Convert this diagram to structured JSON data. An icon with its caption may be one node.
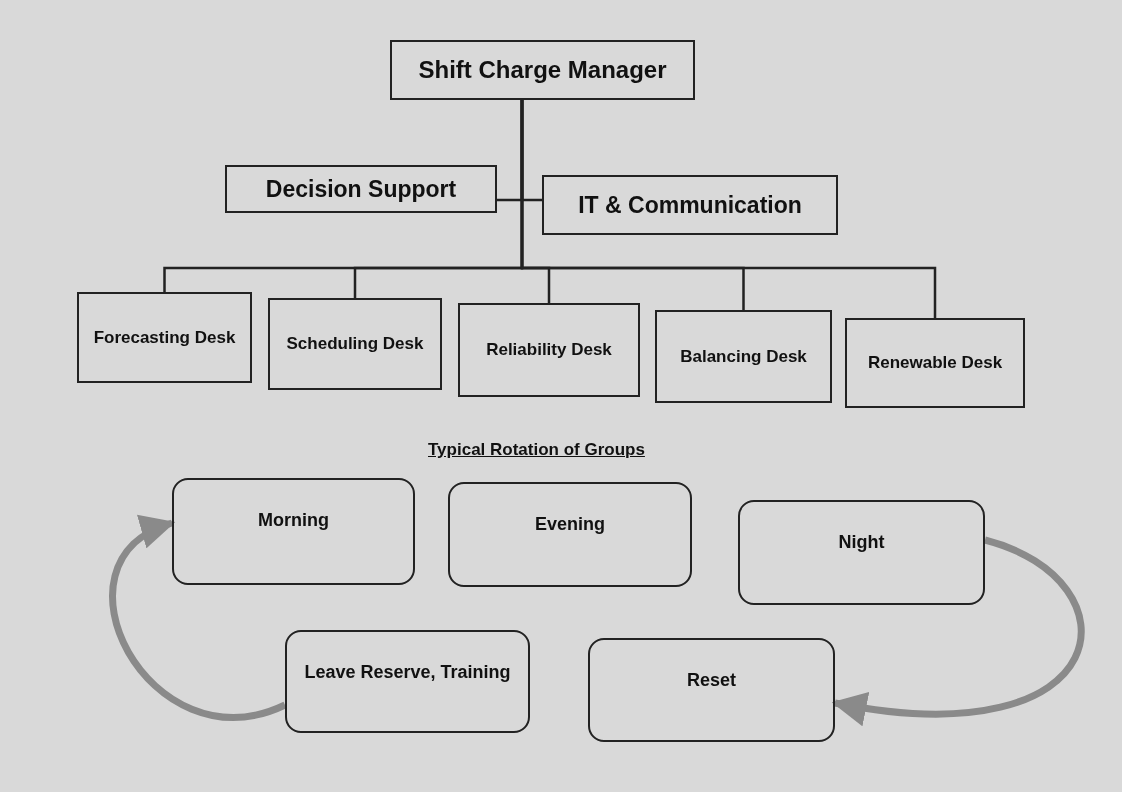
{
  "diagram": {
    "nodes": [
      {
        "text": [
          "Shift Charge Manager"
        ]
      },
      {
        "text": [
          "Decision Support"
        ]
      },
      {
        "text": [
          "IT & Communication"
        ]
      },
      {
        "text": [
          "Forecasting Desk"
        ]
      },
      {
        "text": [
          "Scheduling Desk"
        ]
      },
      {
        "text": [
          "Reliability Desk"
        ]
      },
      {
        "text": [
          "Balancing Desk"
        ]
      },
      {
        "text": [
          "Renewable Desk"
        ]
      },
      {
        "text": [
          "Morning"
        ]
      },
      {
        "text": [
          "Evening"
        ]
      },
      {
        "text": [
          "Night"
        ]
      },
      {
        "text": [
          "Leave Reserve, Training"
        ]
      },
      {
        "text": [
          "Reset"
        ]
      }
    ],
    "edges": [
      {
        "from": 0,
        "to": 1,
        "arrow": "none"
      },
      {
        "from": 0,
        "to": 2,
        "arrow": "none"
      },
      {
        "from": 0,
        "to": 3,
        "arrow": "none"
      },
      {
        "from": 0,
        "to": 4,
        "arrow": "none"
      },
      {
        "from": 0,
        "to": 5,
        "arrow": "none"
      },
      {
        "from": 0,
        "to": 6,
        "arrow": "none"
      },
      {
        "from": 0,
        "to": 7,
        "arrow": "none"
      },
      {
        "from": 11,
        "to": 8,
        "arrow": "to",
        "style": "thick",
        "color": "#8a8a8a"
      },
      {
        "from": 10,
        "to": 12,
        "arrow": "to",
        "style": "thick",
        "color": "#8a8a8a"
      }
    ],
    "labels": [
      "Typical Rotation of Groups"
    ]
  }
}
